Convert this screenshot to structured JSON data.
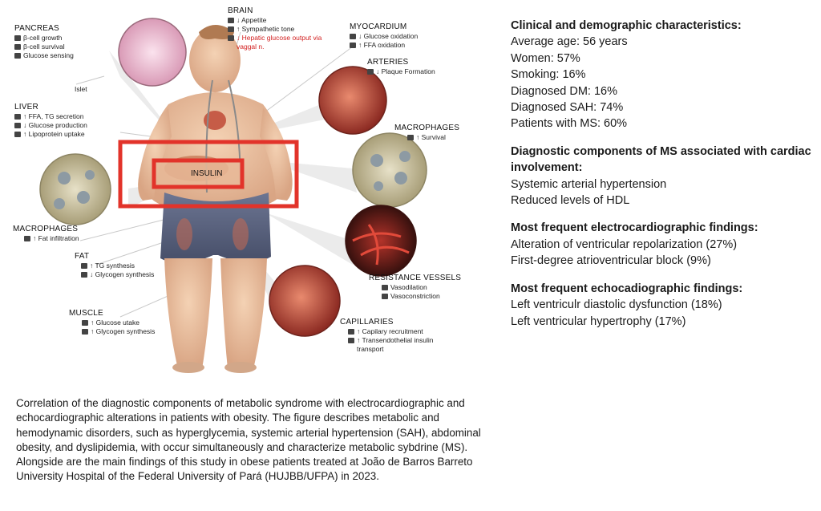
{
  "diagram": {
    "center_label": "INSULIN",
    "organs": {
      "pancreas": {
        "title": "PANCREAS",
        "items": [
          "β-cell growth",
          "β-cell survival",
          "Glucose sensing"
        ],
        "sub": "Islet"
      },
      "brain": {
        "title": "BRAIN",
        "items": [
          "↓ Appetite",
          "↑ Sympathetic tone"
        ],
        "red": "↓ Hepatic glucose output via vaggal n."
      },
      "myocardium": {
        "title": "MYOCARDIUM",
        "items": [
          "↓ Glucose oxidation",
          "↑ FFA oxidation"
        ]
      },
      "arteries": {
        "title": "ARTERIES",
        "items": [
          "↓ Plaque Formation"
        ]
      },
      "liver": {
        "title": "LIVER",
        "items": [
          "↑ FFA, TG secretion",
          "↓ Glucose production",
          "↑ Lipoprotein uptake"
        ]
      },
      "macrophages_right": {
        "title": "MACROPHAGES",
        "items": [
          "↑ Survival"
        ]
      },
      "macrophages_left": {
        "title": "MACROPHAGES",
        "items": [
          "↑ Fat infiltration"
        ]
      },
      "fat": {
        "title": "FAT",
        "items": [
          "↑ TG synthesis",
          "↓ Glycogen synthesis"
        ]
      },
      "resistance_vessels": {
        "title": "RESISTANCE VESSELS",
        "items": [
          "Vasodilation",
          "Vasoconstriction"
        ]
      },
      "muscle": {
        "title": "MUSCLE",
        "items": [
          "↑ Glucose utake",
          "↑ Glycogen synthesis"
        ]
      },
      "capillaries": {
        "title": "CAPILLARIES",
        "items": [
          "↑ Capilary recruitment",
          "↑ Transendothelial insulin",
          "transport"
        ]
      }
    }
  },
  "findings": {
    "s1": {
      "title": "Clinical and demographic characteristics:",
      "items": [
        "Average age: 56 years",
        "Women: 57%",
        "Smoking: 16%",
        "Diagnosed DM: 16%",
        "Diagnosed SAH: 74%",
        "Patients with MS: 60%"
      ]
    },
    "s2": {
      "title": "Diagnostic components of MS associated with cardiac involvement:",
      "items": [
        "Systemic arterial hypertension",
        "Reduced levels of HDL"
      ]
    },
    "s3": {
      "title": "Most frequent electrocardiographic findings:",
      "items": [
        "Alteration of ventricular repolarization (27%)",
        "First-degree atrioventricular block (9%)"
      ]
    },
    "s4": {
      "title": "Most frequent echocadiographic findings:",
      "items": [
        "Left ventriculr diastolic dysfunction (18%)",
        "Left ventricular hypertrophy (17%)"
      ]
    }
  },
  "caption": "Correlation of the diagnostic components of metabolic syndrome with electrocardiographic and echocardiographic alterations in patients with obesity. The figure describes metabolic and hemodynamic disorders, such as hyperglycemia, systemic arterial hypertension (SAH), abdominal obesity, and dyslipidemia, with occur simultaneously and characterize metabolic sybdrine (MS). Alongside are the main findings of this study in obese patients treated at João de Barros Barreto University Hospital of the Federal University of Pará (HUJBB/UFPA) in 2023."
}
